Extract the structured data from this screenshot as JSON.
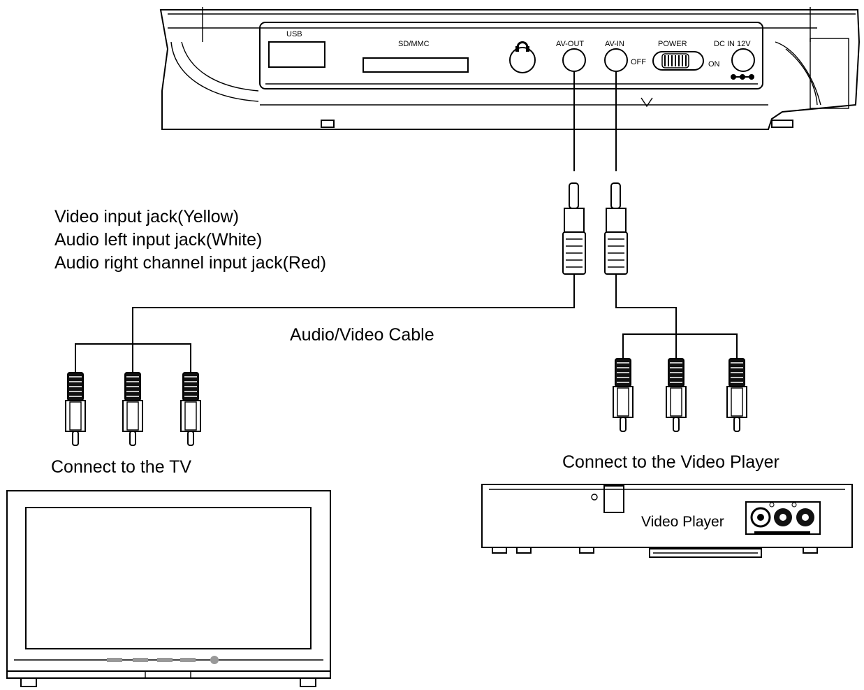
{
  "device_panel": {
    "usb_label": "USB",
    "sdmmc_label": "SD/MMC",
    "av_out_label": "AV-OUT",
    "av_in_label": "AV-IN",
    "power_label": "POWER",
    "off_label": "OFF",
    "on_label": "ON",
    "dc_in_label": "DC IN 12V"
  },
  "jack_description": {
    "video": "Video input jack(Yellow)",
    "audio_left": "Audio left input jack(White)",
    "audio_right": "Audio right channel input jack(Red)"
  },
  "cable_label": "Audio/Video Cable",
  "tv_caption": "Connect to the TV",
  "video_player_caption": "Connect to the Video Player",
  "video_player_label": "Video Player",
  "icons": [
    "headphone-icon",
    "rca-plug-icon",
    "tv-icon",
    "video-player-icon"
  ]
}
